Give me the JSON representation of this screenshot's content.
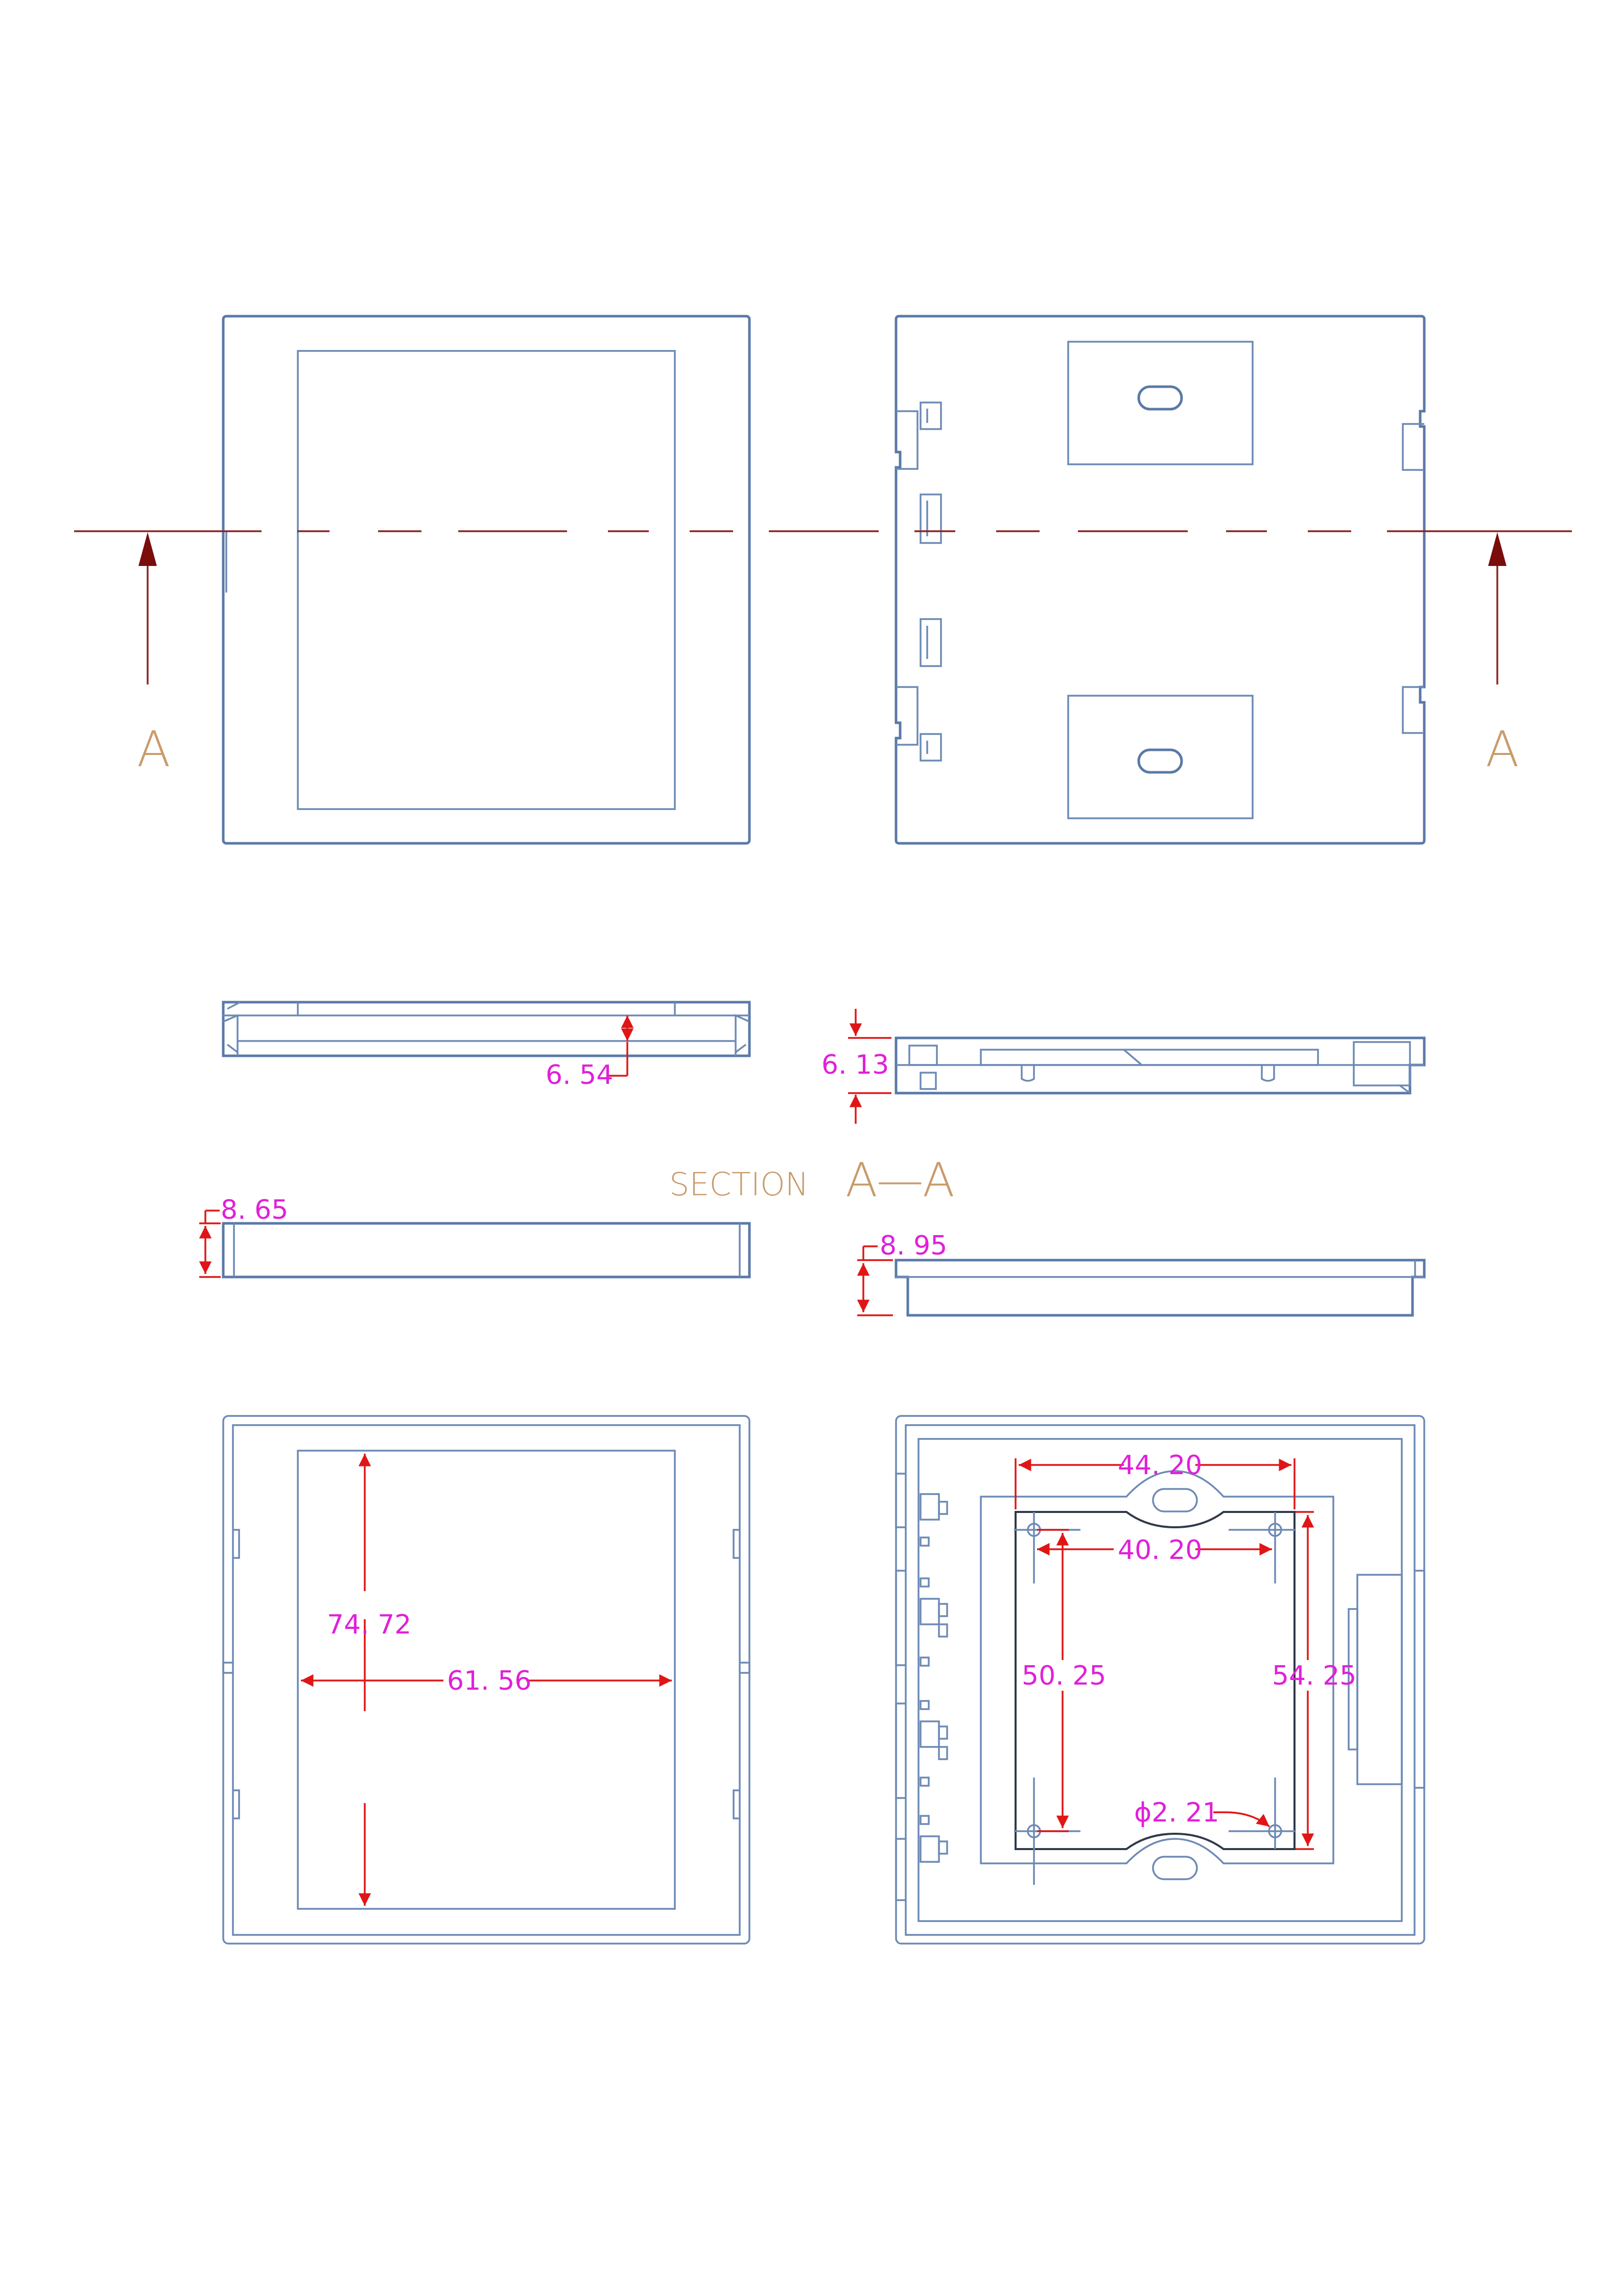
{
  "section_labels": {
    "left_marker": "A",
    "right_marker": "A",
    "section_prefix": "SECTION",
    "section_suffix": "A—A"
  },
  "dimensions": {
    "d_654": "6. 54",
    "d_613": "6. 13",
    "d_865": "8. 65",
    "d_895": "8. 95",
    "d_7472": "74. 72",
    "d_6156": "61. 56",
    "d_4420": "44. 20",
    "d_4020": "40. 20",
    "d_5025": "50. 25",
    "d_5425": "54. 25",
    "d_hole": "ϕ2. 21"
  },
  "colors": {
    "outline": "#5a79a8",
    "dimension": "#e01616",
    "dimension_text": "#e020d8",
    "section_line": "#8e2323",
    "label": "#c99b6b"
  }
}
